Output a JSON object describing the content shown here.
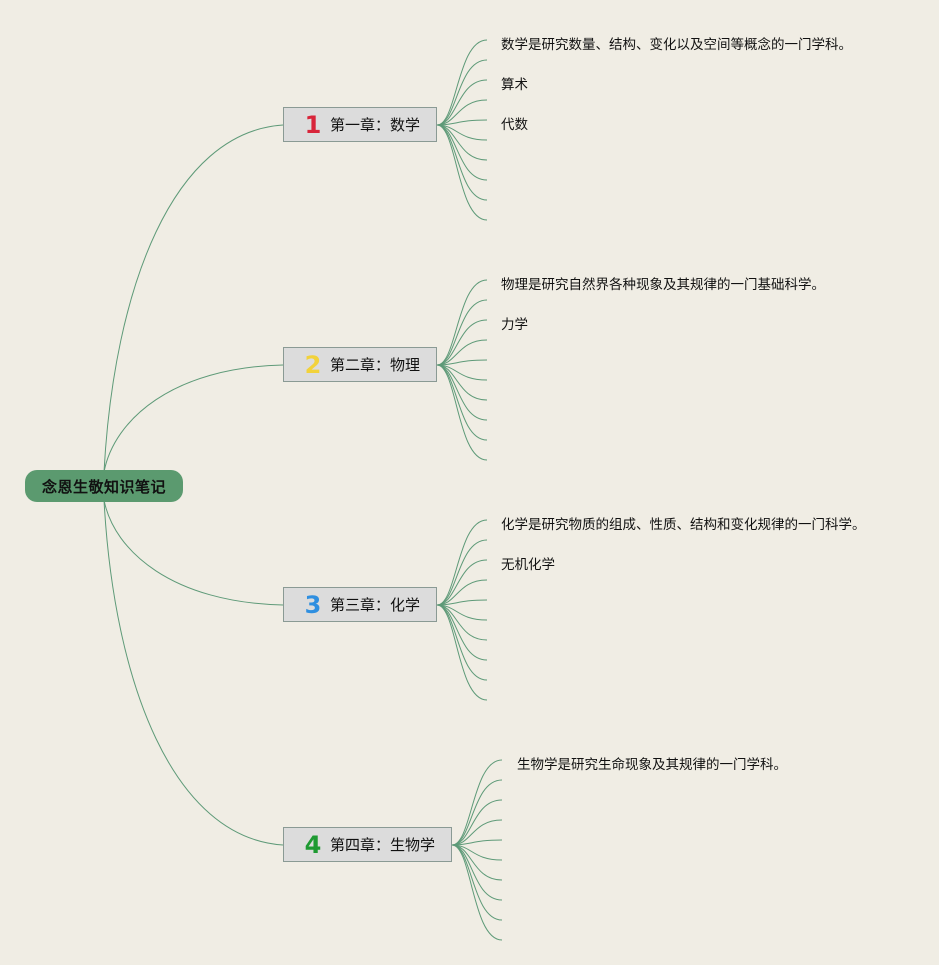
{
  "root": {
    "title": "念恩生敬知识笔记"
  },
  "chapters": [
    {
      "num": "1",
      "num_color": "#d8253a",
      "title": "第一章：数学",
      "topics": [
        "数学是研究数量、结构、变化以及空间等概念的一门学科。",
        "算术",
        "代数"
      ]
    },
    {
      "num": "2",
      "num_color": "#f2d23a",
      "title": "第二章：物理",
      "topics": [
        "物理是研究自然界各种现象及其规律的一门基础科学。",
        "力学"
      ]
    },
    {
      "num": "3",
      "num_color": "#2f8fe0",
      "title": "第三章：化学",
      "topics": [
        "化学是研究物质的组成、性质、结构和变化规律的一门科学。",
        "无机化学"
      ]
    },
    {
      "num": "4",
      "num_color": "#1e9a32",
      "title": "第四章：生物学",
      "topics": [
        "生物学是研究生命现象及其规律的一门学科。"
      ]
    }
  ],
  "colors": {
    "line": "#5e9a78",
    "background": "#f0ede4",
    "root_fill": "#5b9a6f",
    "chapter_fill": "#dcdcdc"
  }
}
